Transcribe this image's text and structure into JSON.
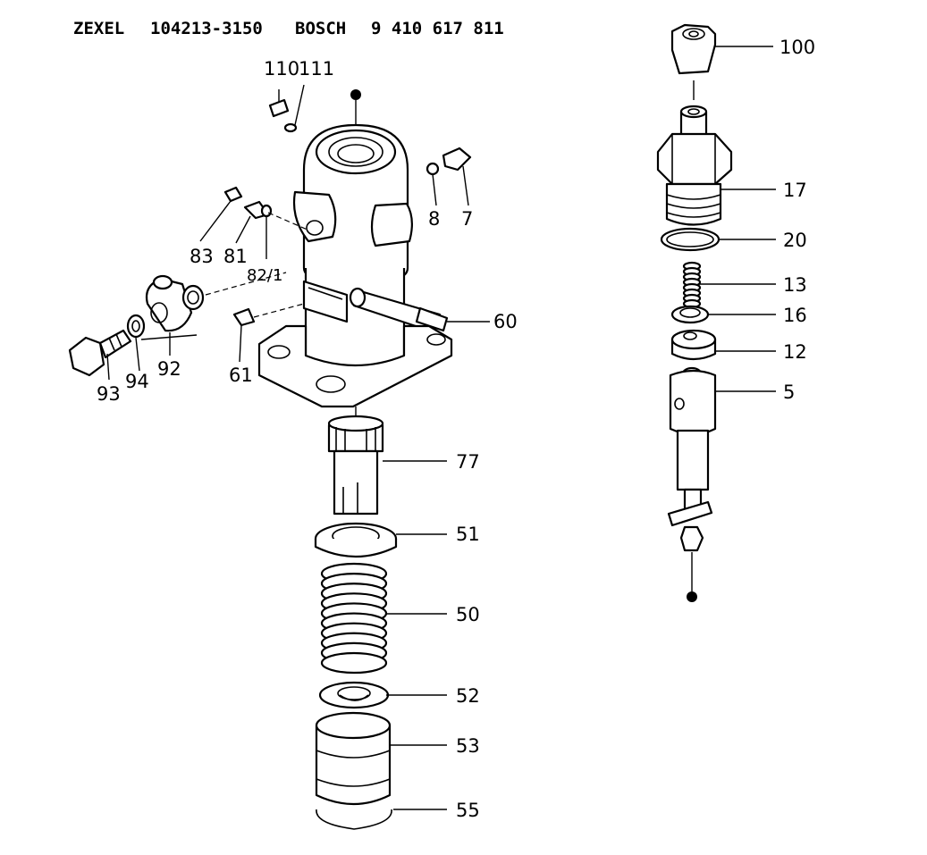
{
  "header": {
    "maker": "ZEXEL",
    "zexel_number": "104213-3150",
    "brand": "BOSCH",
    "bosch_number": "9 410 617 811"
  },
  "callouts": {
    "p110": "110",
    "p111": "111",
    "p7": "7",
    "p8": "8",
    "p83": "83",
    "p81": "81",
    "p82_1": "82/1",
    "p93": "93",
    "p94": "94",
    "p92": "92",
    "p61": "61",
    "p60": "60",
    "p77": "77",
    "p51": "51",
    "p50": "50",
    "p52": "52",
    "p53": "53",
    "p55": "55",
    "p100": "100",
    "p17": "17",
    "p20": "20",
    "p13": "13",
    "p16": "16",
    "p12": "12",
    "p5": "5"
  }
}
